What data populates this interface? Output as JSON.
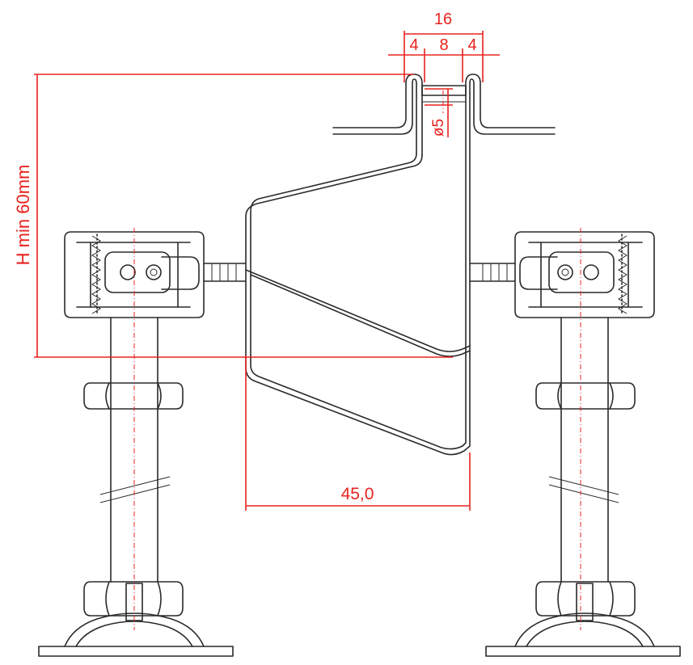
{
  "dimensions": {
    "total_width": "16",
    "left_gap": "4",
    "middle_gap": "8",
    "right_gap": "4",
    "hole_diameter": "ø5",
    "height": "H min 60mm",
    "depth": "45,0"
  },
  "colors": {
    "dimension": "#e8231f",
    "outline": "#2a2a2a",
    "background": "#ffffff"
  }
}
